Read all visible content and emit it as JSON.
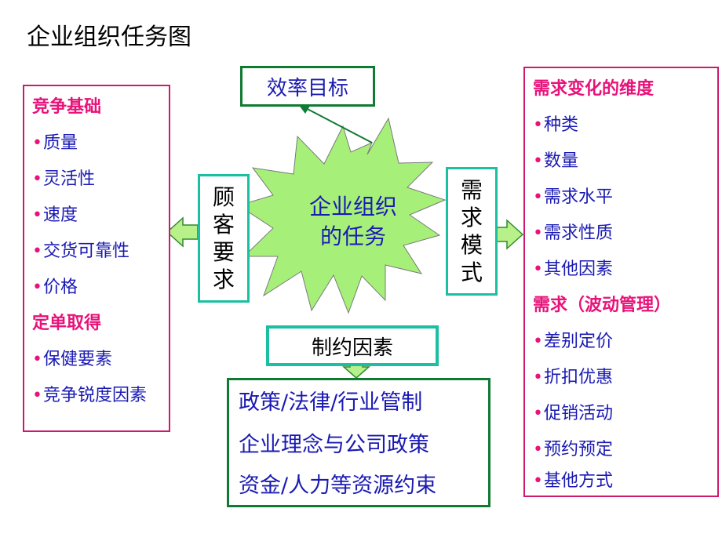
{
  "title": "企业组织任务图",
  "center": {
    "line1": "企业组织",
    "line2": "的任务"
  },
  "goal_box": "效率目标",
  "customer_box": [
    "顾",
    "客",
    "要",
    "求"
  ],
  "demand_box": [
    "需",
    "求",
    "模",
    "式"
  ],
  "constraint_box": "制约因素",
  "constraint_factors": [
    "政策/法律/行业管制",
    "企业理念与公司政策",
    "资金/人力等资源约束"
  ],
  "left_panel": {
    "sections": [
      {
        "heading": "竞争基础",
        "items": [
          "质量",
          "灵活性",
          "速度",
          "交货可靠性",
          "价格"
        ]
      },
      {
        "heading": "定单取得",
        "items": [
          "保健要素",
          "竞争锐度因素"
        ]
      }
    ]
  },
  "right_panel": {
    "sections": [
      {
        "heading": "需求变化的维度",
        "items": [
          "种类",
          "数量",
          "需求水平",
          "需求性质",
          "其他因素"
        ]
      },
      {
        "heading": "需求（波动管理）",
        "items": [
          "差别定价",
          "折扣优惠",
          "促销活动",
          "预约预定",
          "基他方式"
        ]
      }
    ]
  },
  "bullet_glyph": "•",
  "colors": {
    "panel_border": "#cc1a6e",
    "heading": "#e8127a",
    "item_text": "#1a1ab4",
    "green_border": "#0f7a32",
    "teal_border": "#1bbfa1",
    "star_fill": "#a6f07a",
    "arrow_fill": "#b8f08a"
  }
}
